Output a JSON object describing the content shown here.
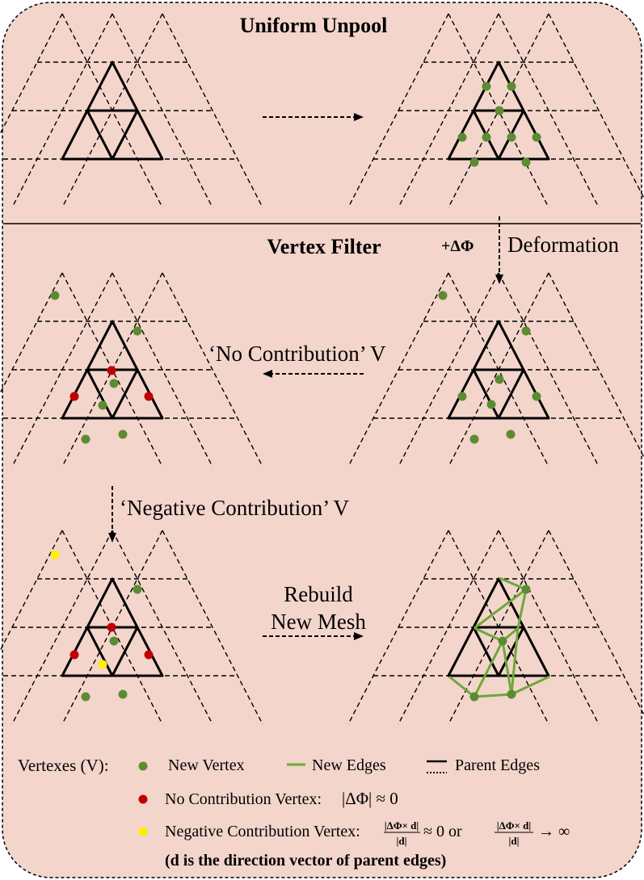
{
  "colors": {
    "background": "#f3d5cb",
    "new_vertex": "#5b8c33",
    "no_contribution": "#c00000",
    "negative_contribution": "#ffee00",
    "new_edge": "#6ea83a",
    "line": "#000000"
  },
  "sections": {
    "top_title": "Uniform Unpool",
    "bottom_title": "Vertex Filter"
  },
  "labels": {
    "delta_phi": "+ΔΦ",
    "deformation": "Deformation",
    "no_contribution_v": "‘No Contribution’ V",
    "negative_contribution_v": "‘Negative Contribution’ V",
    "rebuild_line1": "Rebuild",
    "rebuild_line2": "New Mesh"
  },
  "legend": {
    "vertexes_label": "Vertexes (V):",
    "new_vertex": "New Vertex",
    "new_edges": "New Edges",
    "parent_edges": "Parent Edges",
    "no_contribution_prefix": "No Contribution Vertex:",
    "no_contribution_formula": "|ΔΦ| ≈ 0",
    "negative_contribution_prefix": "Negative Contribution Vertex:",
    "frac_numerator": "|ΔΦ× d|",
    "frac_denominator": "|d|",
    "approx_zero_or": "≈ 0 or",
    "tends_infinity": "→ ∞",
    "direction_note": "(d is the direction vector of parent edges)"
  }
}
